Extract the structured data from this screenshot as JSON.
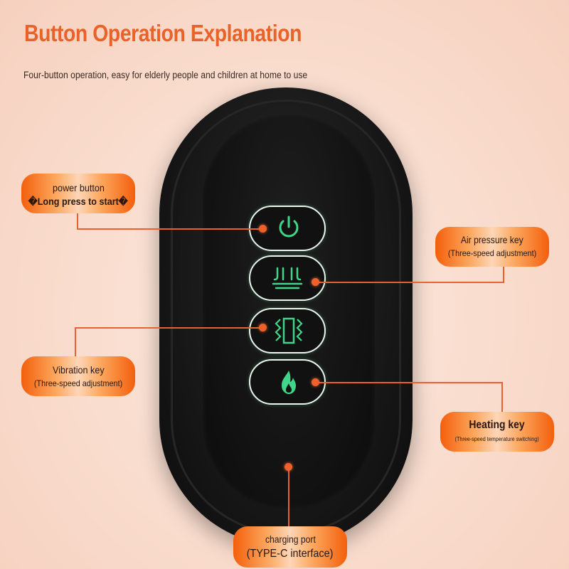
{
  "header": {
    "title": "Button Operation Explanation",
    "subtitle": "Four-button operation, easy for elderly people and children at home to use"
  },
  "callouts": {
    "power": {
      "line1": "power button",
      "line2": "�Long press to start�"
    },
    "air": {
      "line1": "Air pressure key",
      "line2": "(Three-speed adjustment)"
    },
    "vibration": {
      "line1": "Vibration key",
      "line2": "(Three-speed adjustment)"
    },
    "heating": {
      "line1": "Heating key",
      "line2": "(Three-speed temperature switching)"
    },
    "charging": {
      "line1": "charging port",
      "line2": "(TYPE-C interface)"
    }
  },
  "colors": {
    "accent": "#e8622a",
    "icon_green": "#3fd68a",
    "device_body": "#141414"
  },
  "icons": [
    "power-icon",
    "air-pressure-icon",
    "vibration-icon",
    "flame-icon"
  ]
}
